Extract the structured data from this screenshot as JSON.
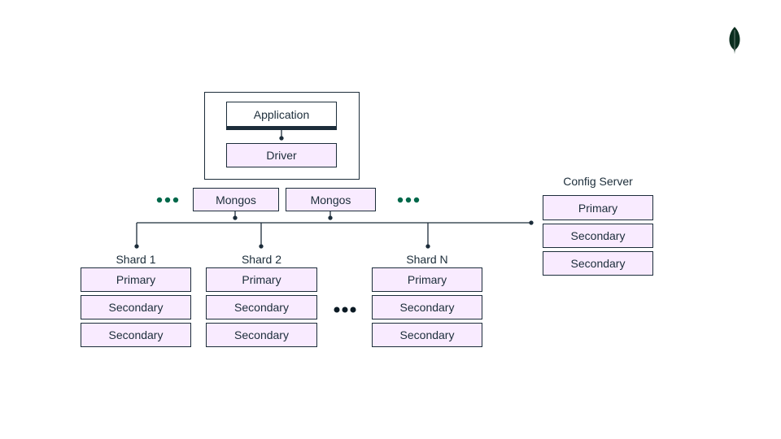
{
  "application": {
    "label": "Application",
    "driver_label": "Driver"
  },
  "mongos": [
    {
      "label": "Mongos"
    },
    {
      "label": "Mongos"
    }
  ],
  "config_server": {
    "title": "Config Server",
    "members": [
      "Primary",
      "Secondary",
      "Secondary"
    ]
  },
  "shards": [
    {
      "title": "Shard 1",
      "members": [
        "Primary",
        "Secondary",
        "Secondary"
      ]
    },
    {
      "title": "Shard 2",
      "members": [
        "Primary",
        "Secondary",
        "Secondary"
      ]
    },
    {
      "title": "Shard N",
      "members": [
        "Primary",
        "Secondary",
        "Secondary"
      ]
    }
  ],
  "colors": {
    "box_fill": "#f9ebff",
    "line": "#1c2d3a",
    "accent_green": "#00684a",
    "ellipsis_dark": "#0b1a24"
  },
  "icons": {
    "logo": "mongodb-leaf-icon",
    "ellipsis": "ellipsis-dots-icon"
  }
}
